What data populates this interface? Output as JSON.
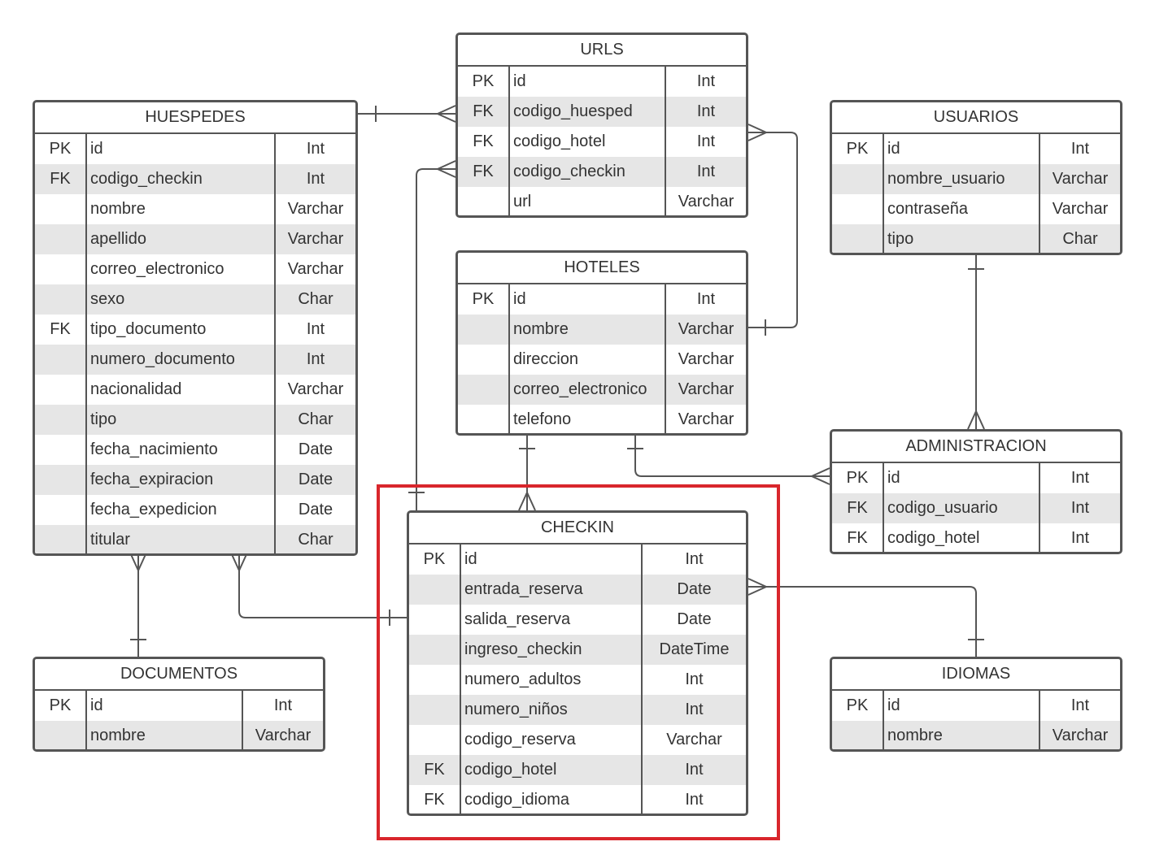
{
  "tables": [
    {
      "id": "huespedes",
      "title": "HUESPEDES",
      "rows": [
        {
          "key": "PK",
          "name": "id",
          "type": "Int"
        },
        {
          "key": "FK",
          "name": "codigo_checkin",
          "type": "Int"
        },
        {
          "key": "",
          "name": "nombre",
          "type": "Varchar"
        },
        {
          "key": "",
          "name": "apellido",
          "type": "Varchar"
        },
        {
          "key": "",
          "name": "correo_electronico",
          "type": "Varchar"
        },
        {
          "key": "",
          "name": "sexo",
          "type": "Char"
        },
        {
          "key": "FK",
          "name": "tipo_documento",
          "type": "Int"
        },
        {
          "key": "",
          "name": "numero_documento",
          "type": "Int"
        },
        {
          "key": "",
          "name": "nacionalidad",
          "type": "Varchar"
        },
        {
          "key": "",
          "name": "tipo",
          "type": "Char"
        },
        {
          "key": "",
          "name": "fecha_nacimiento",
          "type": "Date"
        },
        {
          "key": "",
          "name": "fecha_expiracion",
          "type": "Date"
        },
        {
          "key": "",
          "name": "fecha_expedicion",
          "type": "Date"
        },
        {
          "key": "",
          "name": "titular",
          "type": "Char"
        }
      ]
    },
    {
      "id": "urls",
      "title": "URLS",
      "rows": [
        {
          "key": "PK",
          "name": "id",
          "type": "Int"
        },
        {
          "key": "FK",
          "name": "codigo_huesped",
          "type": "Int"
        },
        {
          "key": "FK",
          "name": "codigo_hotel",
          "type": "Int"
        },
        {
          "key": "FK",
          "name": "codigo_checkin",
          "type": "Int"
        },
        {
          "key": "",
          "name": "url",
          "type": "Varchar"
        }
      ]
    },
    {
      "id": "usuarios",
      "title": "USUARIOS",
      "rows": [
        {
          "key": "PK",
          "name": "id",
          "type": "Int"
        },
        {
          "key": "",
          "name": "nombre_usuario",
          "type": "Varchar"
        },
        {
          "key": "",
          "name": "contraseña",
          "type": "Varchar"
        },
        {
          "key": "",
          "name": "tipo",
          "type": "Char"
        }
      ]
    },
    {
      "id": "hoteles",
      "title": "HOTELES",
      "rows": [
        {
          "key": "PK",
          "name": "id",
          "type": "Int"
        },
        {
          "key": "",
          "name": "nombre",
          "type": "Varchar"
        },
        {
          "key": "",
          "name": "direccion",
          "type": "Varchar"
        },
        {
          "key": "",
          "name": "correo_electronico",
          "type": "Varchar"
        },
        {
          "key": "",
          "name": "telefono",
          "type": "Varchar"
        }
      ]
    },
    {
      "id": "administracion",
      "title": "ADMINISTRACION",
      "rows": [
        {
          "key": "PK",
          "name": "id",
          "type": "Int"
        },
        {
          "key": "FK",
          "name": "codigo_usuario",
          "type": "Int"
        },
        {
          "key": "FK",
          "name": "codigo_hotel",
          "type": "Int"
        }
      ]
    },
    {
      "id": "checkin",
      "title": "CHECKIN",
      "rows": [
        {
          "key": "PK",
          "name": "id",
          "type": "Int"
        },
        {
          "key": "",
          "name": "entrada_reserva",
          "type": "Date"
        },
        {
          "key": "",
          "name": "salida_reserva",
          "type": "Date"
        },
        {
          "key": "",
          "name": "ingreso_checkin",
          "type": "DateTime"
        },
        {
          "key": "",
          "name": "numero_adultos",
          "type": "Int"
        },
        {
          "key": "",
          "name": "numero_niños",
          "type": "Int"
        },
        {
          "key": "",
          "name": "codigo_reserva",
          "type": "Varchar"
        },
        {
          "key": "FK",
          "name": "codigo_hotel",
          "type": "Int"
        },
        {
          "key": "FK",
          "name": "codigo_idioma",
          "type": "Int"
        }
      ]
    },
    {
      "id": "documentos",
      "title": "DOCUMENTOS",
      "rows": [
        {
          "key": "PK",
          "name": "id",
          "type": "Int"
        },
        {
          "key": "",
          "name": "nombre",
          "type": "Varchar"
        }
      ]
    },
    {
      "id": "idiomas",
      "title": "IDIOMAS",
      "rows": [
        {
          "key": "PK",
          "name": "id",
          "type": "Int"
        },
        {
          "key": "",
          "name": "nombre",
          "type": "Varchar"
        }
      ]
    }
  ],
  "relationships": [
    {
      "from": "huespedes",
      "to": "urls",
      "from_card": "one",
      "to_card": "many"
    },
    {
      "from": "checkin",
      "to": "urls",
      "from_card": "one",
      "to_card": "many"
    },
    {
      "from": "hoteles",
      "to": "urls",
      "from_card": "one",
      "to_card": "many"
    },
    {
      "from": "hoteles",
      "to": "checkin",
      "from_card": "one",
      "to_card": "many"
    },
    {
      "from": "hoteles",
      "to": "administracion",
      "from_card": "one",
      "to_card": "many"
    },
    {
      "from": "usuarios",
      "to": "administracion",
      "from_card": "one",
      "to_card": "many"
    },
    {
      "from": "documentos",
      "to": "huespedes",
      "from_card": "one",
      "to_card": "many"
    },
    {
      "from": "checkin",
      "to": "huespedes",
      "from_card": "one",
      "to_card": "many"
    },
    {
      "from": "idiomas",
      "to": "checkin",
      "from_card": "one",
      "to_card": "many"
    }
  ],
  "colors": {
    "border": "#555555",
    "shaded_row": "#e6e6e6",
    "text": "#333333",
    "highlight": "#d9262c"
  }
}
